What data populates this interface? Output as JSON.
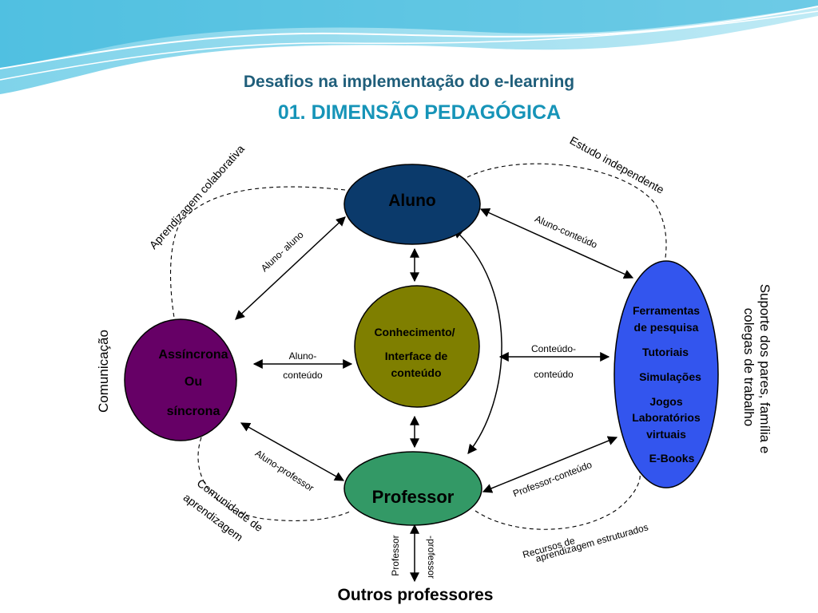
{
  "slide": {
    "title": "Desafios na implementação do e-learning",
    "subtitle": "01. DIMENSÃO PEDAGÓGICA"
  },
  "nodes": {
    "aluno": "Aluno",
    "conhecimento": [
      "Conhecimento/",
      "Interface de",
      "conteúdo"
    ],
    "comunicacao": [
      "Assíncrona",
      "Ou",
      "síncrona"
    ],
    "professor": "Professor",
    "recursos": [
      "Ferramentas",
      "de pesquisa",
      "Tutoriais",
      "Simulações",
      "Jogos",
      "Laboratórios",
      "virtuais",
      "E-Books"
    ],
    "outros": "Outros professores"
  },
  "edge_labels": {
    "aluno_aluno": "Aluno- aluno",
    "aluno_conteudo_top": "Aluno-conteúdo",
    "aluno_conteudo_left": [
      "Aluno-",
      "conteúdo"
    ],
    "conteudo_conteudo": [
      "Conteúdo-",
      "conteúdo"
    ],
    "aluno_professor": "Aluno-professor",
    "professor_conteudo": "Professor-conteúdo",
    "professor_professor": [
      "Professor",
      "-professor"
    ]
  },
  "outer_labels": {
    "aprendizagem_colaborativa": "Aprendizagem colaborativa",
    "estudo_independente": "Estudo independente",
    "comunicacao": "Comunicação",
    "suporte": [
      "Suporte dos pares, família   e",
      "colegas de trabalho"
    ],
    "comunidade": [
      "Comunidade de",
      "aprendizagem"
    ],
    "recursos_estruturados": [
      "Recursos de",
      "aprendizagem estruturados"
    ]
  },
  "colors": {
    "aluno": "#0b3a6b",
    "conhecimento": "#7f7f00",
    "comunicacao": "#660066",
    "professor": "#339966",
    "recursos": "#3355ee"
  }
}
